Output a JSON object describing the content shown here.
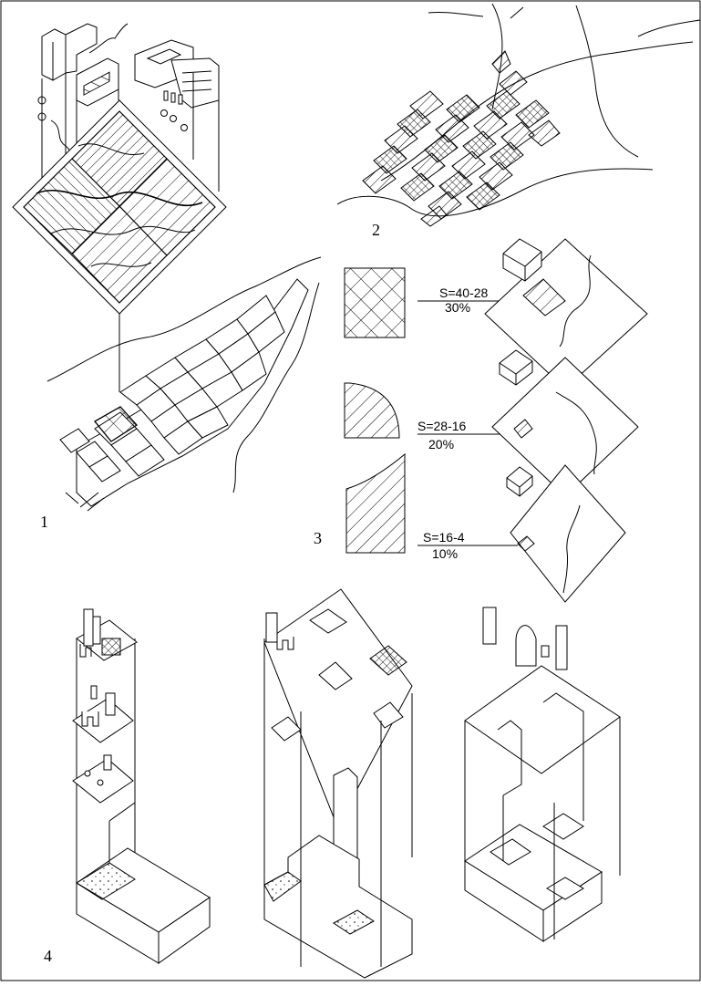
{
  "figure_numbers": {
    "fig1": "1",
    "fig2": "2",
    "fig3": "3",
    "fig4": "4"
  },
  "density_rows": [
    {
      "range": "S=40-28",
      "percent": "30%"
    },
    {
      "range": "S=28-16",
      "percent": "20%"
    },
    {
      "range": "S=16-4",
      "percent": "10%"
    }
  ]
}
